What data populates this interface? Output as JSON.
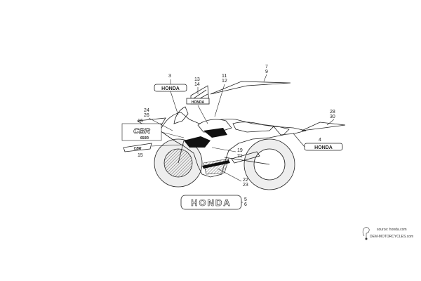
{
  "diagram": {
    "callouts": {
      "c3": "3",
      "c13_14": [
        "13",
        "14"
      ],
      "c11_12": [
        "11",
        "12"
      ],
      "c7_9": [
        "7",
        "9"
      ],
      "c24_26": [
        "24",
        "26"
      ],
      "c16": "16",
      "c15": "15",
      "c19_21": [
        "19",
        "21"
      ],
      "c22_23": [
        "22",
        "23"
      ],
      "c5_6": [
        "5",
        "6"
      ],
      "c4": "4",
      "c28_30": [
        "28",
        "30"
      ]
    },
    "decal_text": {
      "honda_large": "HONDA",
      "honda_small": "HONDA",
      "cbr_logo": "CBR",
      "cbr_sub": "650R",
      "side_badge": "CBR"
    },
    "credit": {
      "source": "source: honda.com",
      "site": "DEM-MOTORCYCLES.com"
    },
    "colors": {
      "line": "#222222",
      "wheel_fill": "#e9e9e9",
      "dark": "#111111",
      "hatch": "#555555"
    }
  }
}
